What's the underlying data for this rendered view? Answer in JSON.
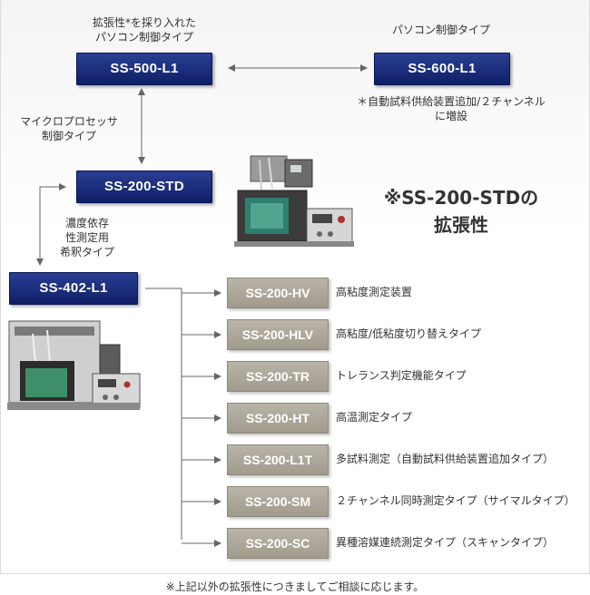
{
  "nodes": {
    "ss500": {
      "label": "SS-500-L1",
      "caption": [
        "拡張性*を採り入れた",
        "パソコン制御タイプ"
      ]
    },
    "ss600": {
      "label": "SS-600-L1",
      "caption": [
        "パソコン制御タイプ"
      ],
      "note": [
        "＊自動試料供給装置追加/２チャンネル",
        "に増設"
      ]
    },
    "ss200std": {
      "label": "SS-200-STD",
      "caption": [
        "マイクロプロセッサ",
        "制御タイプ"
      ]
    },
    "ss402": {
      "label": "SS-402-L1",
      "caption": [
        "濃度依存",
        "性測定用",
        "希釈タイプ"
      ]
    }
  },
  "headline": [
    "※SS-200-STDの",
    "拡張性"
  ],
  "variants": [
    {
      "label": "SS-200-HV",
      "desc": "高粘度測定装置"
    },
    {
      "label": "SS-200-HLV",
      "desc": "高粘度/低粘度切り替えタイプ"
    },
    {
      "label": "SS-200-TR",
      "desc": "トレランス判定機能タイプ"
    },
    {
      "label": "SS-200-HT",
      "desc": "高温測定タイプ"
    },
    {
      "label": "SS-200-L1T",
      "desc": "多試料測定（自動試料供給装置追加タイプ）"
    },
    {
      "label": "SS-200-SM",
      "desc": "２チャンネル同時測定タイプ（サイマルタイプ）"
    },
    {
      "label": "SS-200-SC",
      "desc": "異種溶媒連続測定タイプ（スキャンタイプ）"
    }
  ],
  "footnote": "※上記以外の拡張性につきましてご相談に応じます。",
  "colors": {
    "node_navy": "#1a2b7a",
    "variant_gray": "#aba597",
    "line": "#666666"
  }
}
